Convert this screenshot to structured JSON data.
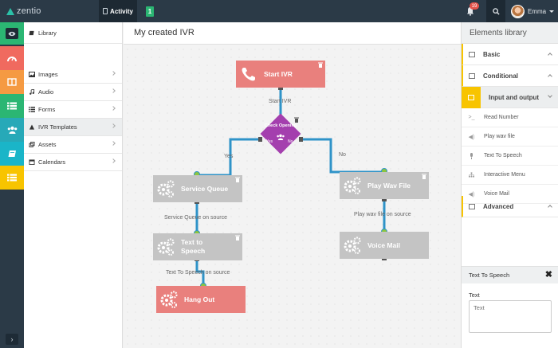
{
  "app": {
    "brand": "zentio",
    "activity_tab": "Activity",
    "count_badge": "1",
    "notifications": "19",
    "user_name": "Emma"
  },
  "colors": {
    "topbar": "#2b3a47",
    "accent_green": "#2bb673",
    "accent_yellow": "#f8c400",
    "node_grey": "#c4c4c4",
    "node_red": "#e9807d",
    "diamond": "#a43fae",
    "wire": "#2f93c8"
  },
  "rail": {
    "icons": [
      "eye-icon",
      "dashboard-icon",
      "columns-icon",
      "list-icon",
      "users-icon",
      "book-icon",
      "list-icon"
    ]
  },
  "library": {
    "title": "Library",
    "items": [
      {
        "label": "Images",
        "icon": "image-icon"
      },
      {
        "label": "Audio",
        "icon": "music-icon"
      },
      {
        "label": "Forms",
        "icon": "list-icon"
      },
      {
        "label": "IVR Templates",
        "icon": "flow-icon",
        "active": true
      },
      {
        "label": "Assets",
        "icon": "assets-icon"
      },
      {
        "label": "Calendars",
        "icon": "calendar-icon"
      }
    ]
  },
  "canvas": {
    "title": "My created IVR",
    "nodes": {
      "start": "Start IVR",
      "check": "Check Opening",
      "check_yes": "Yes",
      "check_no": "No",
      "service_queue": "Service Queue",
      "play_wav": "Play Wav File",
      "text_to_speech": "Text to Speech",
      "voice_mail": "Voice Mail",
      "hang_out": "Hang Out"
    },
    "edges": {
      "start_ivr": "Start IVR",
      "yes": "Yes",
      "no": "No",
      "sq_on_source": "Service Queue on source",
      "pwf_on_source": "Play wav file on source",
      "tts_on_source": "Text To Speech on source"
    }
  },
  "elements_library": {
    "title": "Elements library",
    "sections": {
      "basic": "Basic",
      "conditional": "Conditional",
      "input_output": "Input and output",
      "advanced": "Advanced"
    },
    "items": [
      {
        "label": "Read Number",
        "icon": "terminal-icon"
      },
      {
        "label": "Play wav file",
        "icon": "speaker-icon"
      },
      {
        "label": "Text To Speech",
        "icon": "microphone-icon"
      },
      {
        "label": "Interactive Menu",
        "icon": "sitemap-icon"
      },
      {
        "label": "Voice Mail",
        "icon": "speaker-icon"
      }
    ],
    "properties": {
      "title": "Text To Speech",
      "field_label": "Text",
      "field_placeholder": "Text"
    }
  }
}
